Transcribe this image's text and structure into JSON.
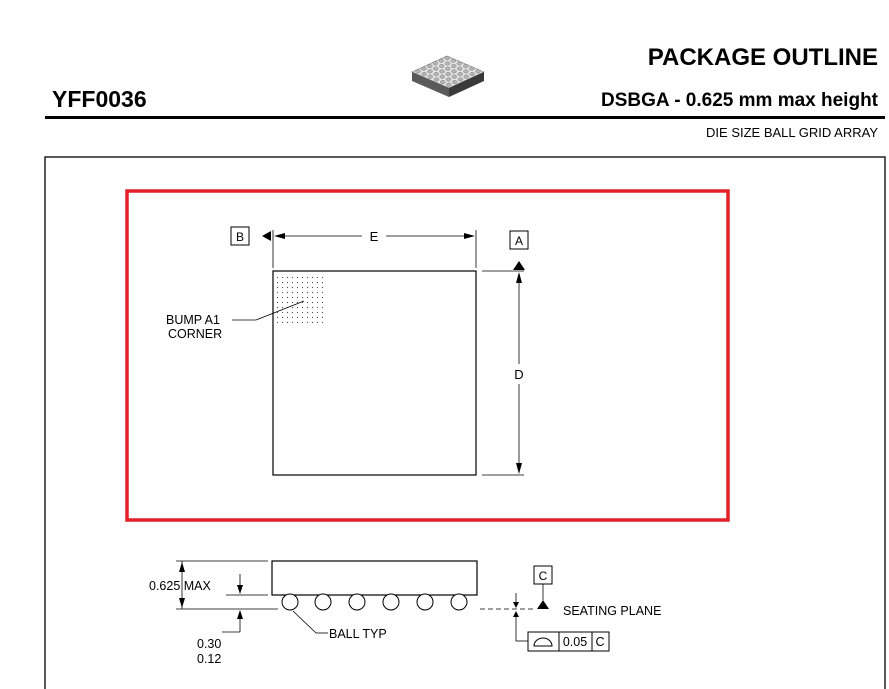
{
  "header": {
    "title": "PACKAGE OUTLINE",
    "part_number": "YFF0036",
    "subtitle": "DSBGA - 0.625 mm max height",
    "description": "DIE SIZE BALL GRID ARRAY"
  },
  "top_view": {
    "datum_b": "B",
    "datum_a": "A",
    "dim_e": "E",
    "dim_d": "D",
    "bump_label_line1": "BUMP A1",
    "bump_label_line2": "CORNER"
  },
  "side_view": {
    "max_height": "0.625 MAX",
    "ball_height_max": "0.30",
    "ball_height_min": "0.12",
    "ball_label": "BALL TYP",
    "datum_c": "C",
    "seating_plane": "SEATING PLANE",
    "tolerance_value": "0.05",
    "tolerance_datum": "C"
  },
  "colors": {
    "highlight": "#e3202a",
    "line": "#000000"
  }
}
